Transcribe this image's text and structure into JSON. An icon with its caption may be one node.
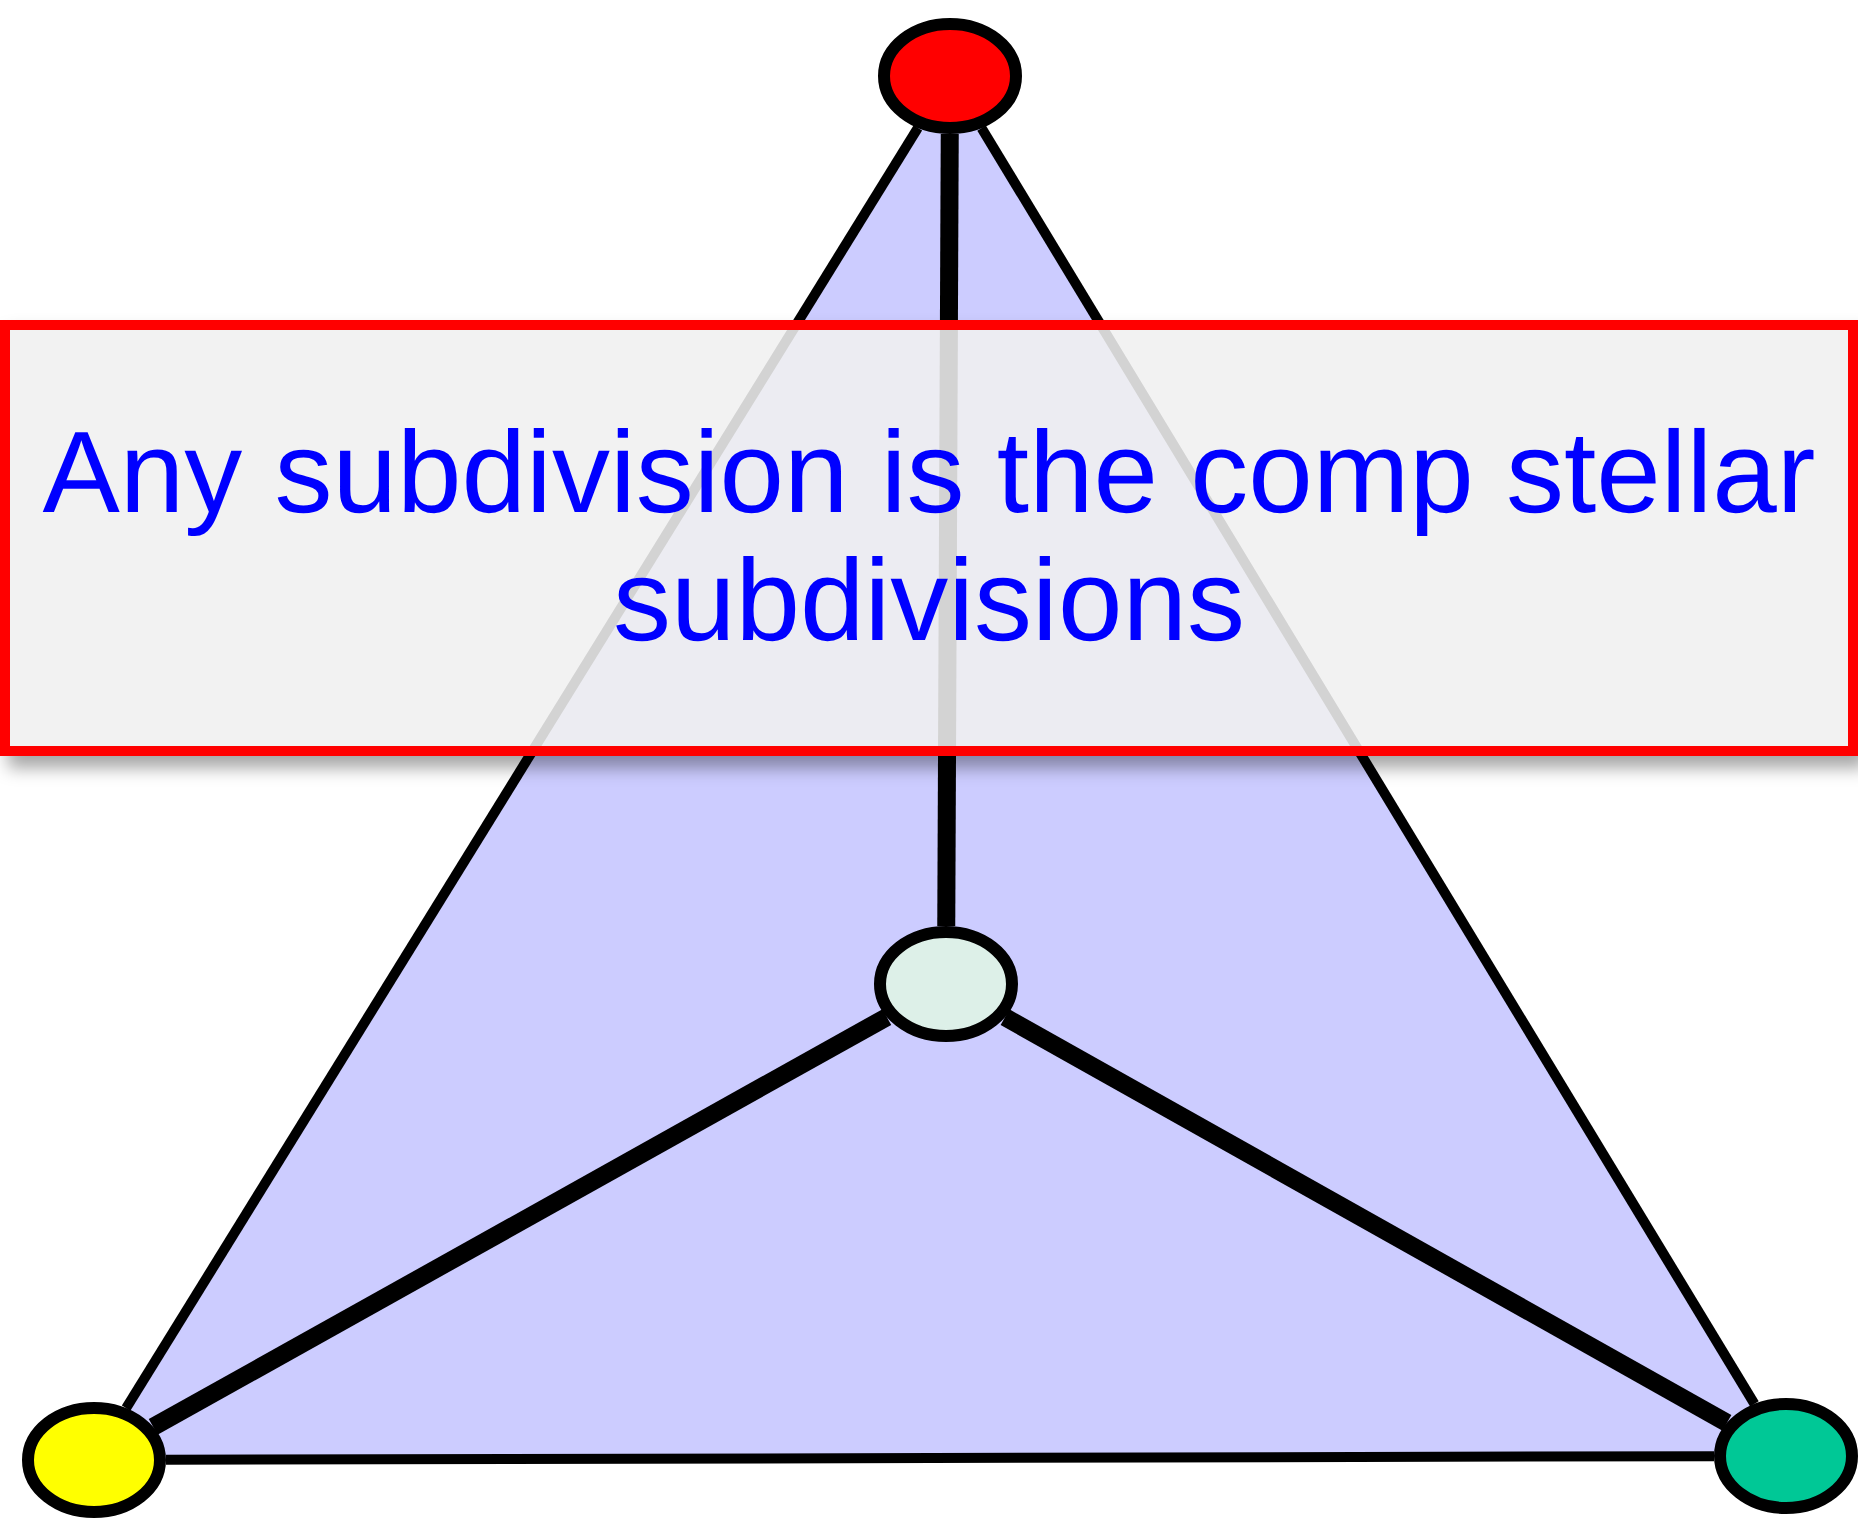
{
  "diagram": {
    "nodes": [
      {
        "text": [],
        "shape": "circle"
      },
      {
        "text": [],
        "shape": "circle"
      },
      {
        "text": [],
        "shape": "circle"
      },
      {
        "text": [],
        "shape": "circle"
      }
    ],
    "edges": [
      {
        "from": 0,
        "to": 2,
        "arrow": "none"
      },
      {
        "from": 0,
        "to": 3,
        "arrow": "none"
      },
      {
        "from": 2,
        "to": 3,
        "arrow": "none"
      },
      {
        "from": 0,
        "to": 1,
        "arrow": "none",
        "style": "thick"
      },
      {
        "from": 2,
        "to": 1,
        "arrow": "none",
        "style": "thick"
      },
      {
        "from": 3,
        "to": 1,
        "arrow": "none",
        "style": "thick"
      }
    ],
    "labels": [
      "Any subdivision is the comp stellar subdivisions"
    ]
  }
}
